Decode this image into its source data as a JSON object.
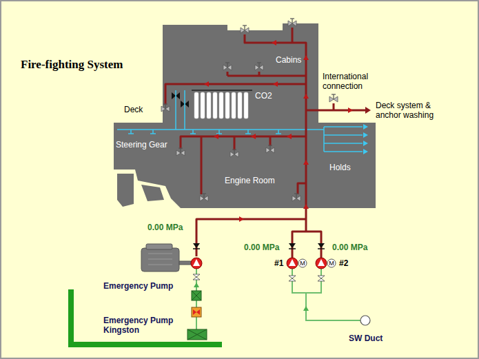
{
  "diagram": {
    "title": "Fire-fighting System",
    "labels": [
      "Cabins",
      "International connection",
      "CO2",
      "Deck",
      "Deck system & anchor washing",
      "Steering Gear",
      "Holds",
      "Engine Room",
      "0.00 MPa",
      "0.00 MPa",
      "0.00 MPa",
      "#1",
      "M",
      "M",
      "#2",
      "Emergency Pump",
      "Emergency Pump Kingston",
      "SW Duct"
    ]
  }
}
